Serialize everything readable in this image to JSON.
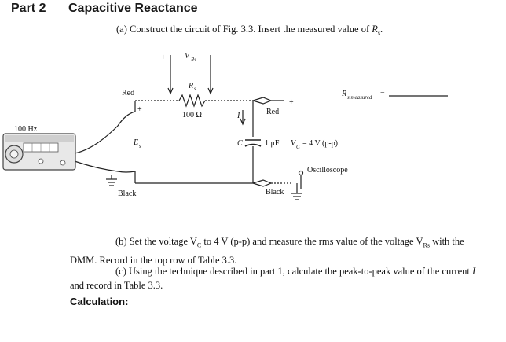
{
  "header": {
    "part": "Part 2",
    "title": "Capacitive Reactance"
  },
  "step_a": {
    "letter": "(a)",
    "text_before": "Construct the circuit of Fig. 3.3. Insert the measured value of ",
    "var": "R",
    "var_sub": "s",
    "text_after": "."
  },
  "figure": {
    "generator_label": "100 Hz",
    "vrs_sign": "+",
    "vrs_label": "V",
    "vrs_sub": "Rs",
    "rs_label": "R",
    "rs_sub": "s",
    "resistor_value": "100 Ω",
    "red_left": "Red",
    "red_right": "Red",
    "plus_left": "+",
    "plus_right": "+",
    "source_label": "E",
    "source_sub": "s",
    "current_label": "I",
    "cap_symbol": "C",
    "cap_value": "1 μF",
    "vc_label": "V",
    "vc_sub": "C",
    "vc_value": "= 4 V (p-p)",
    "oscilloscope": "Oscilloscope",
    "black_left": "Black",
    "black_right": "Black",
    "rs_measured_label": "R",
    "rs_measured_sub": "s measured",
    "rs_measured_eq": "="
  },
  "step_b": {
    "letter": "(b)",
    "text": "Set the voltage V",
    "text_sub": "C",
    "text2": " to 4 V (p-p) and measure the rms value of the voltage V",
    "text2_sub": "Rs",
    "text3": " with the DMM. Record in the top row of Table 3.3."
  },
  "step_c": {
    "letter": "(c)",
    "text": "Using the technique described in part 1, calculate the peak-to-peak value of the current ",
    "var": "I",
    "text2": " and record in Table 3.3."
  },
  "calculation_label": "Calculation:"
}
